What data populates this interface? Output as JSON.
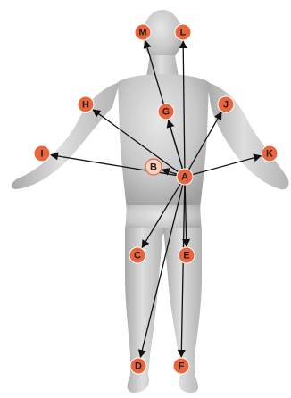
{
  "diagram": {
    "node_fill": "#e8663f",
    "node_stroke": "#ffffff",
    "hollow_fill": "#f6d2c2",
    "hollow_stroke": "#e8663f",
    "arrow_color": "#111111",
    "body_color": "#c9c9c9",
    "origin": "A",
    "nodes": [
      {
        "id": "A",
        "label": "A"
      },
      {
        "id": "B",
        "label": "B"
      },
      {
        "id": "C",
        "label": "C"
      },
      {
        "id": "D",
        "label": "D"
      },
      {
        "id": "E",
        "label": "E"
      },
      {
        "id": "F",
        "label": "F"
      },
      {
        "id": "G",
        "label": "G"
      },
      {
        "id": "H",
        "label": "H"
      },
      {
        "id": "I",
        "label": "I"
      },
      {
        "id": "J",
        "label": "J"
      },
      {
        "id": "K",
        "label": "K"
      },
      {
        "id": "L",
        "label": "L"
      },
      {
        "id": "M",
        "label": "M"
      }
    ],
    "edges": [
      {
        "from": "A",
        "to": "B"
      },
      {
        "from": "A",
        "to": "C"
      },
      {
        "from": "A",
        "to": "D"
      },
      {
        "from": "A",
        "to": "E"
      },
      {
        "from": "A",
        "to": "F"
      },
      {
        "from": "A",
        "to": "G"
      },
      {
        "from": "A",
        "to": "H"
      },
      {
        "from": "A",
        "to": "I"
      },
      {
        "from": "A",
        "to": "J"
      },
      {
        "from": "A",
        "to": "K"
      },
      {
        "from": "A",
        "to": "L"
      },
      {
        "from": "A",
        "to": "M"
      }
    ]
  }
}
